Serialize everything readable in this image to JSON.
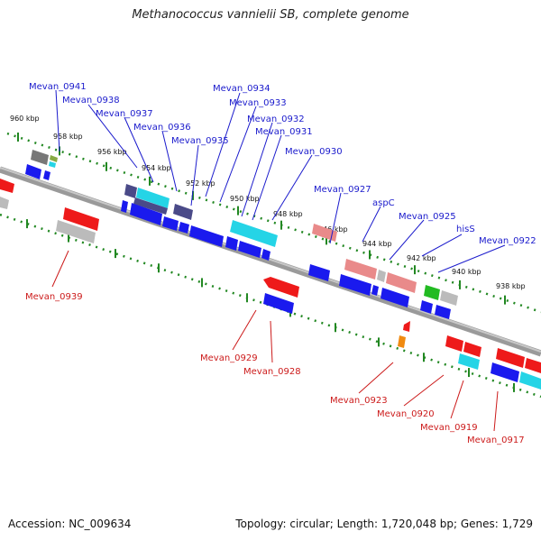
{
  "title": "Methanococcus vannielii SB, complete genome",
  "footer": {
    "accession": "Accession: NC_009634",
    "summary": "Topology: circular; Length: 1,720,048 bp; Genes: 1,729"
  },
  "colors": {
    "forward_gene": "#1a1aee",
    "reverse_gene": "#ee1a1a",
    "rrna_like": "#e98a8a",
    "pseudo_grey": "#aaaaaa",
    "cyan_feature": "#25d4e6",
    "dark_feature": "#4a4a88",
    "green_feature": "#22bb22",
    "orange_feature": "#f08a10",
    "backbone": "#777777",
    "tick": "#228822"
  },
  "kbp_labels": [
    "960 kbp",
    "958 kbp",
    "956 kbp",
    "954 kbp",
    "952 kbp",
    "950 kbp",
    "948 kbp",
    "946 kbp",
    "944 kbp",
    "942 kbp",
    "940 kbp",
    "938 kbp"
  ],
  "top_gene_labels": [
    "Mevan_0941",
    "Mevan_0938",
    "Mevan_0937",
    "Mevan_0936",
    "Mevan_0935",
    "Mevan_0934",
    "Mevan_0933",
    "Mevan_0932",
    "Mevan_0931",
    "Mevan_0930",
    "Mevan_0927",
    "aspC",
    "Mevan_0925",
    "hisS",
    "Mevan_0922"
  ],
  "bottom_gene_labels": [
    "Mevan_0939",
    "Mevan_0929",
    "Mevan_0928",
    "Mevan_0923",
    "Mevan_0920",
    "Mevan_0919",
    "Mevan_0917"
  ]
}
